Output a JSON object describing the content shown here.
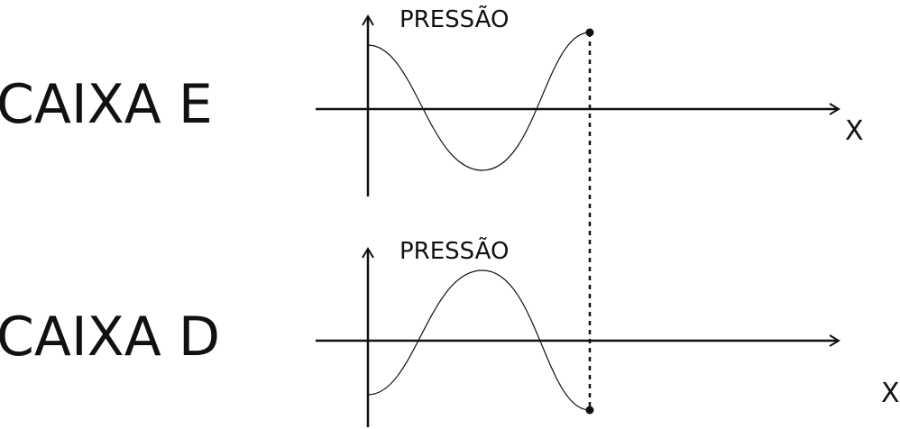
{
  "panels": [
    {
      "id": "E",
      "box_label": "CAIXA E",
      "y_axis_title": "PRESSÃO",
      "x_axis_label": "X"
    },
    {
      "id": "D",
      "box_label": "CAIXA D",
      "y_axis_title": "PRESSÃO",
      "x_axis_label": "X"
    }
  ],
  "colors": {
    "ink": "#111111",
    "background": "#ffffff"
  }
}
